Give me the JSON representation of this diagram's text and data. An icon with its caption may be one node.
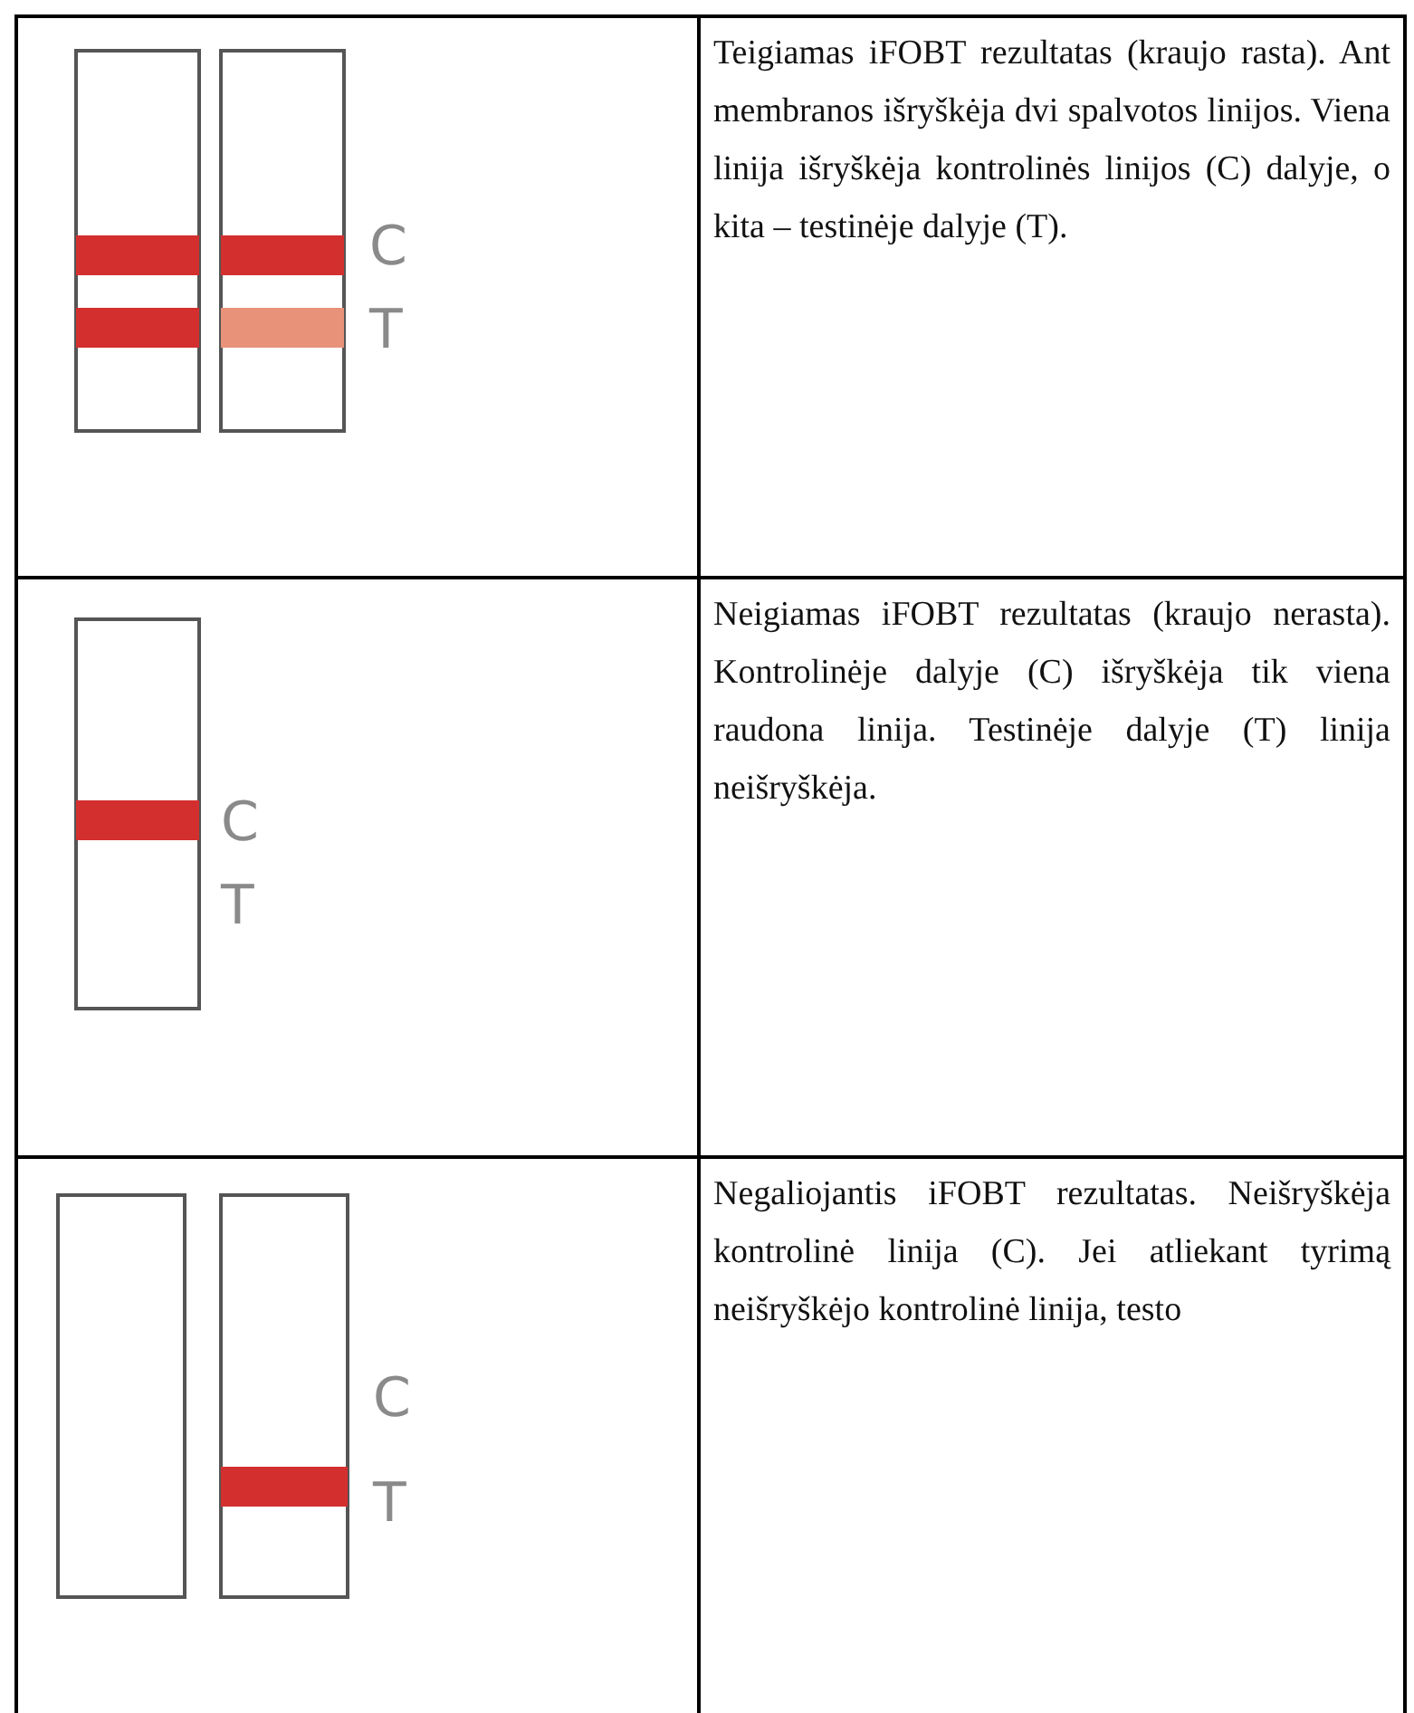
{
  "diagram": {
    "labels": [
      "C",
      "T",
      "Teigiamas iFOBT rezultatas (kraujo rasta). Ant membranos išryškėja dvi spalvotos linijos. Viena linija išryškėja kontrolinės linijos (C) dalyje, o kita – testinėje dalyje (T).",
      "C",
      "T",
      "Neigiamas iFOBT rezultatas (kraujo nerasta). Kontrolinėje dalyje (C) išryškėja tik viena raudona linija. Testinėje dalyje (T) linija neišryškėja.",
      "C",
      "T",
      "Negaliojantis iFOBT rezultatas. Neišryškėja kontrolinė linija (C). Jei atliekant tyrimą neišryškėjo kontrolinė linija, testo"
    ]
  }
}
